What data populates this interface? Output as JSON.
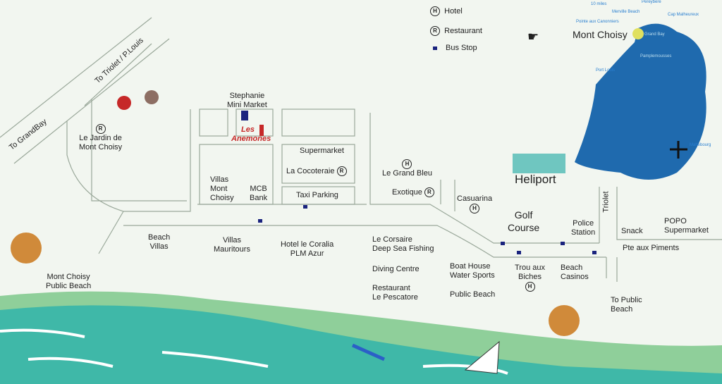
{
  "legend": {
    "hotel": "Hotel",
    "hotel_symbol": "H",
    "restaurant": "Restaurant",
    "restaurant_symbol": "R",
    "bus_stop": "Bus Stop"
  },
  "roads": {
    "grandbay": "To GrandBay",
    "triolet": "To Triolet / P.Louis",
    "triolet_road": "Triolet",
    "public_beach": "To Public\nBeach"
  },
  "places": {
    "jardin": "Le Jardin de\nMont Choisy",
    "stephanie": "Stephanie\nMini Market",
    "anemones_1": "Les",
    "anemones_2": "Anemones",
    "supermarket": "Supermarket",
    "cocoteraie": "La Cocoteraie",
    "villas_mont": "Villas\nMont\nChoisy",
    "mcb": "MCB\nBank",
    "taxi": "Taxi Parking",
    "grand_bleu": "Le Grand Bleu",
    "exotique": "Exotique",
    "casuarina": "Casuarina",
    "heliport": "Heliport",
    "golf": "Golf\nCourse",
    "police": "Police\nStation",
    "snack": "Snack",
    "popo": "POPO\nSupermarket",
    "piments": "Pte aux Piments",
    "beach_villas": "Beach\nVillas",
    "villas_mauritours": "Villas\nMauritours",
    "coralia": "Hotel le Coralia\nPLM Azur",
    "corsaire": "Le Corsaire\nDeep Sea Fishing",
    "diving": "Diving Centre",
    "pescatore": "Restaurant\nLe Pescatore",
    "boathouse": "Boat House\nWater Sports",
    "public_beach": "Public Beach",
    "trou": "Trou aux\nBiches",
    "casinos": "Beach\nCasinos",
    "mont_choisy_beach": "Mont Choisy\nPublic Beach"
  },
  "inset": {
    "title": "Mont Choisy",
    "labels": [
      "10 miles",
      "Pereybere",
      "Merville Beach",
      "Pointe aux Canonniers",
      "Cap Malheureux",
      "Grand Bay",
      "Pamplemousses",
      "Port Louis",
      "Mahebourg"
    ]
  },
  "colors": {
    "island": "#1f6aae",
    "sea": "#3fb8a8",
    "road": "#9aa89a"
  }
}
